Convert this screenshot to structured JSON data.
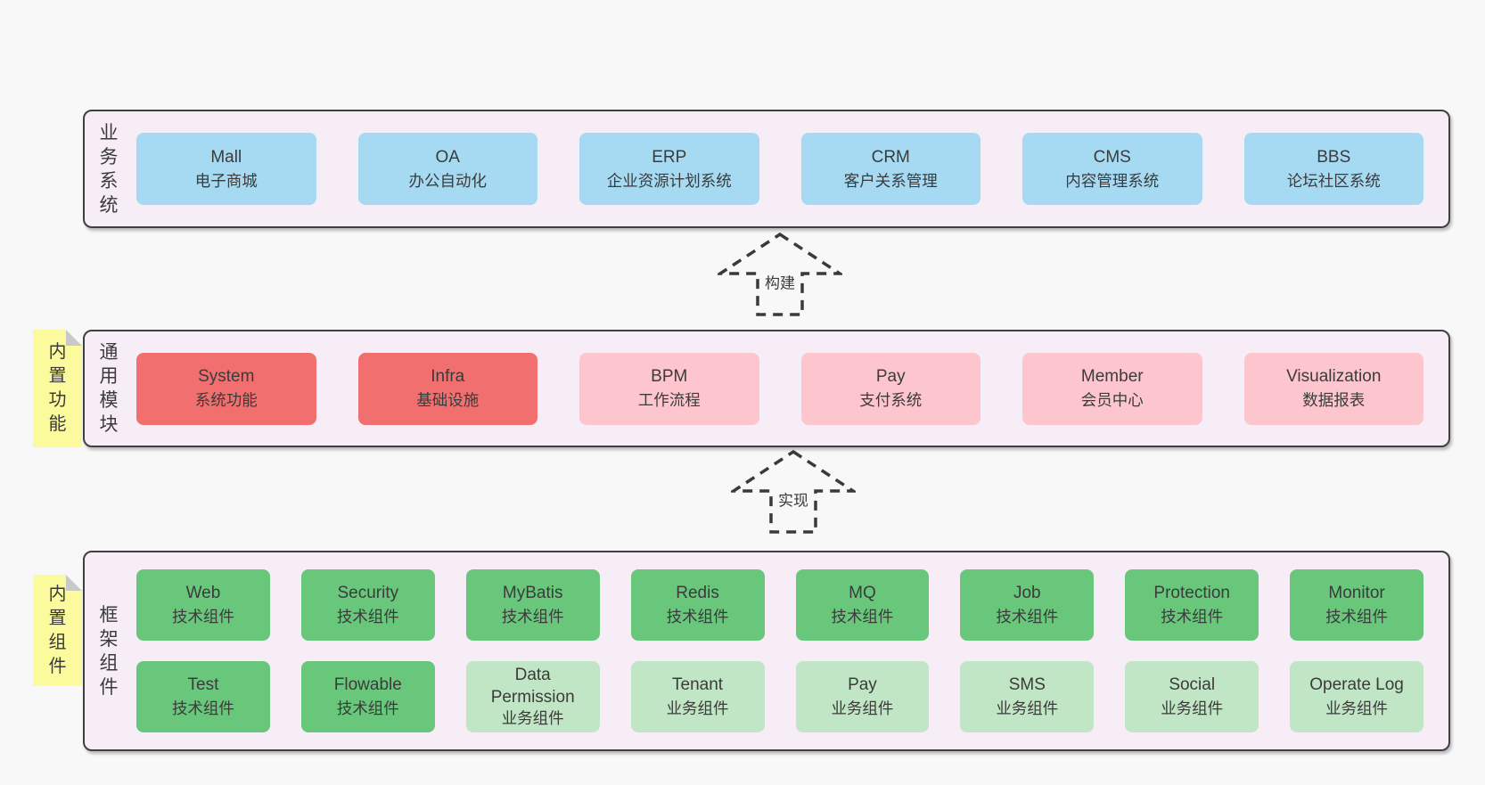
{
  "palette": {
    "page_bg": "#f8f8f8",
    "band_bg": "#f7edf6",
    "band_border": "#3f3f3f",
    "blue": "#a6daf3",
    "red": "#f26f6f",
    "pink": "#fdc6ce",
    "green": "#69c77c",
    "light_green": "#c1e6c5",
    "yellow": "#fbfa9d",
    "fold_gray": "#c9c9c9",
    "text": "#3b3b3b"
  },
  "arrows": {
    "build": "构建",
    "implement": "实现"
  },
  "bands": {
    "business": {
      "label": "业务系统",
      "items": [
        {
          "name": "Mall",
          "desc": "电子商城"
        },
        {
          "name": "OA",
          "desc": "办公自动化"
        },
        {
          "name": "ERP",
          "desc": "企业资源计划系统"
        },
        {
          "name": "CRM",
          "desc": "客户关系管理"
        },
        {
          "name": "CMS",
          "desc": "内容管理系统"
        },
        {
          "name": "BBS",
          "desc": "论坛社区系统"
        }
      ]
    },
    "modules": {
      "label": "通用模块",
      "tag": "内置功能",
      "items": [
        {
          "name": "System",
          "desc": "系统功能"
        },
        {
          "name": "Infra",
          "desc": "基础设施"
        },
        {
          "name": "BPM",
          "desc": "工作流程"
        },
        {
          "name": "Pay",
          "desc": "支付系统"
        },
        {
          "name": "Member",
          "desc": "会员中心"
        },
        {
          "name": "Visualization",
          "desc": "数据报表"
        }
      ]
    },
    "components": {
      "label": "框架组件",
      "tag": "内置组件",
      "row1": [
        {
          "name": "Web",
          "desc": "技术组件"
        },
        {
          "name": "Security",
          "desc": "技术组件"
        },
        {
          "name": "MyBatis",
          "desc": "技术组件"
        },
        {
          "name": "Redis",
          "desc": "技术组件"
        },
        {
          "name": "MQ",
          "desc": "技术组件"
        },
        {
          "name": "Job",
          "desc": "技术组件"
        },
        {
          "name": "Protection",
          "desc": "技术组件"
        },
        {
          "name": "Monitor",
          "desc": "技术组件"
        }
      ],
      "row2": [
        {
          "name": "Test",
          "desc": "技术组件"
        },
        {
          "name": "Flowable",
          "desc": "技术组件"
        },
        {
          "name": "Data Permission",
          "desc": "业务组件"
        },
        {
          "name": "Tenant",
          "desc": "业务组件"
        },
        {
          "name": "Pay",
          "desc": "业务组件"
        },
        {
          "name": "SMS",
          "desc": "业务组件"
        },
        {
          "name": "Social",
          "desc": "业务组件"
        },
        {
          "name": "Operate Log",
          "desc": "业务组件"
        }
      ]
    }
  }
}
